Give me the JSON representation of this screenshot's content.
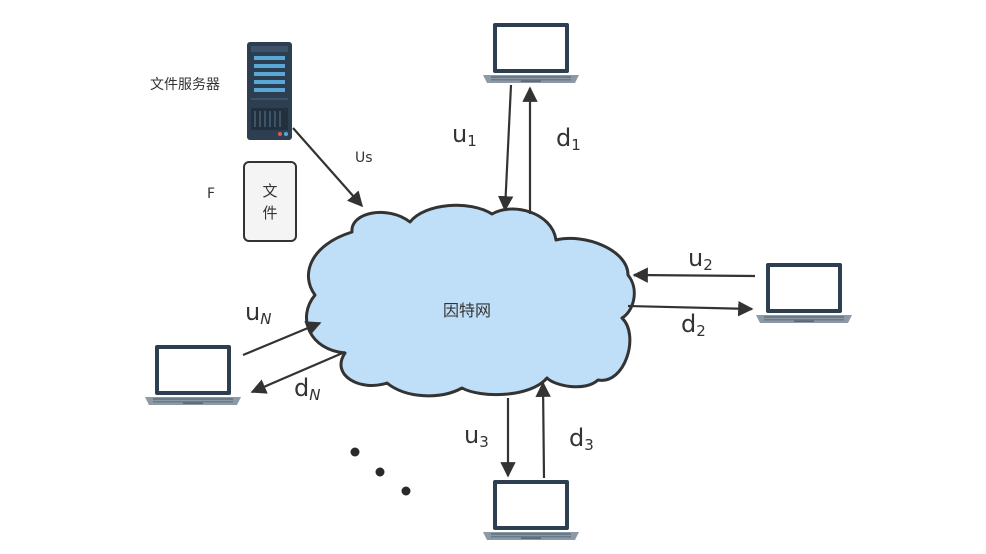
{
  "server_label": "文件服务器",
  "file_label": "F",
  "file_box_text": "文件",
  "us_label": "Us",
  "internet_label": "因特网",
  "peers": [
    {
      "u": "u",
      "u_sub": "1",
      "d": "d",
      "d_sub": "1"
    },
    {
      "u": "u",
      "u_sub": "2",
      "d": "d",
      "d_sub": "2"
    },
    {
      "u": "u",
      "u_sub": "3",
      "d": "d",
      "d_sub": "3"
    },
    {
      "u": "u",
      "u_sub": "N",
      "d": "d",
      "d_sub": "N"
    }
  ],
  "colors": {
    "cloud_fill": "#bfdff8",
    "stroke": "#333333",
    "laptop_frame": "#2d3e50",
    "laptop_base": "#8c9aa8",
    "server_body": "#2d3e50",
    "server_stripe": "#5aa8d6"
  },
  "icons": [
    "server-icon",
    "laptop-icon",
    "cloud-icon",
    "file-icon"
  ]
}
